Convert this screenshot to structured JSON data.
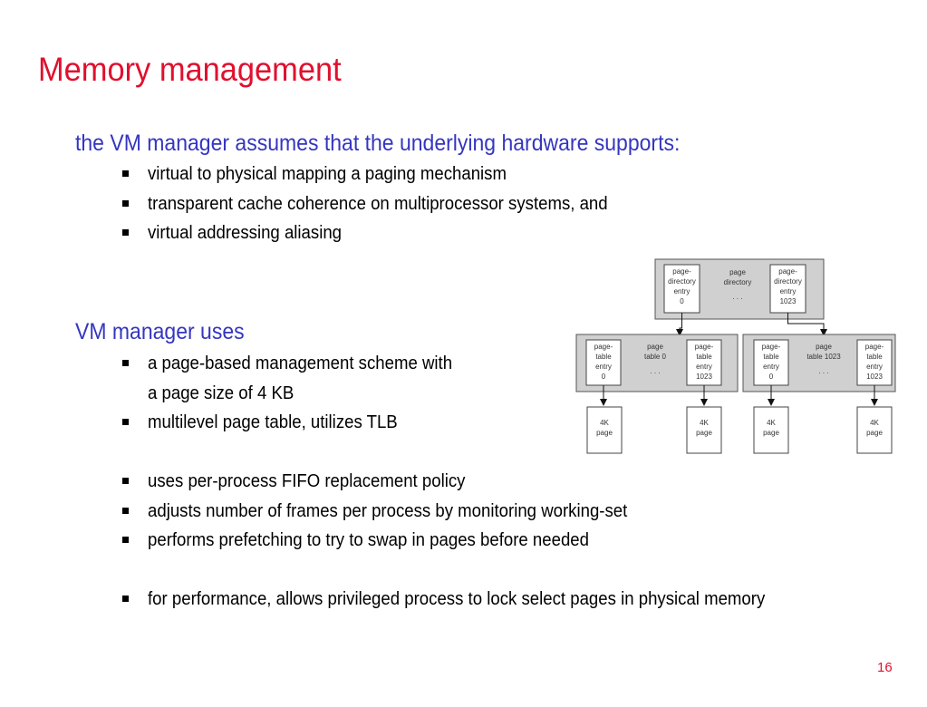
{
  "title": "Memory management",
  "section1": {
    "heading": "the VM manager assumes that the underlying hardware supports:",
    "bullets": [
      "virtual to physical mapping a paging mechanism",
      "transparent cache coherence on multiprocessor systems, and",
      "virtual addressing aliasing"
    ]
  },
  "section2": {
    "heading": "VM manager uses",
    "bullets": [
      [
        "a page-based management scheme with",
        "a page size of 4 KB"
      ],
      "multilevel page table, utilizes TLB",
      "uses per-process FIFO replacement policy",
      "adjusts number of frames per process by monitoring working-set",
      "performs prefetching to try to swap in pages before needed",
      "for performance, allows privileged process to lock select pages in physical memory"
    ]
  },
  "diagram": {
    "directory": {
      "label": [
        "page",
        "directory"
      ],
      "first_entry": [
        "page-",
        "directory",
        "entry",
        "0"
      ],
      "last_entry": [
        "page-",
        "directory",
        "entry",
        "1023"
      ],
      "ellipsis": ". . ."
    },
    "tables": [
      {
        "label": [
          "page",
          "table 0"
        ],
        "first_entry": [
          "page-",
          "table",
          "entry",
          "0"
        ],
        "last_entry": [
          "page-",
          "table",
          "entry",
          "1023"
        ],
        "ellipsis": ". . ."
      },
      {
        "label": [
          "page",
          "table 1023"
        ],
        "first_entry": [
          "page-",
          "table",
          "entry",
          "0"
        ],
        "last_entry": [
          "page-",
          "table",
          "entry",
          "1023"
        ],
        "ellipsis": ". . ."
      }
    ],
    "page_label": [
      "4K",
      "page"
    ]
  },
  "page_number": "16"
}
